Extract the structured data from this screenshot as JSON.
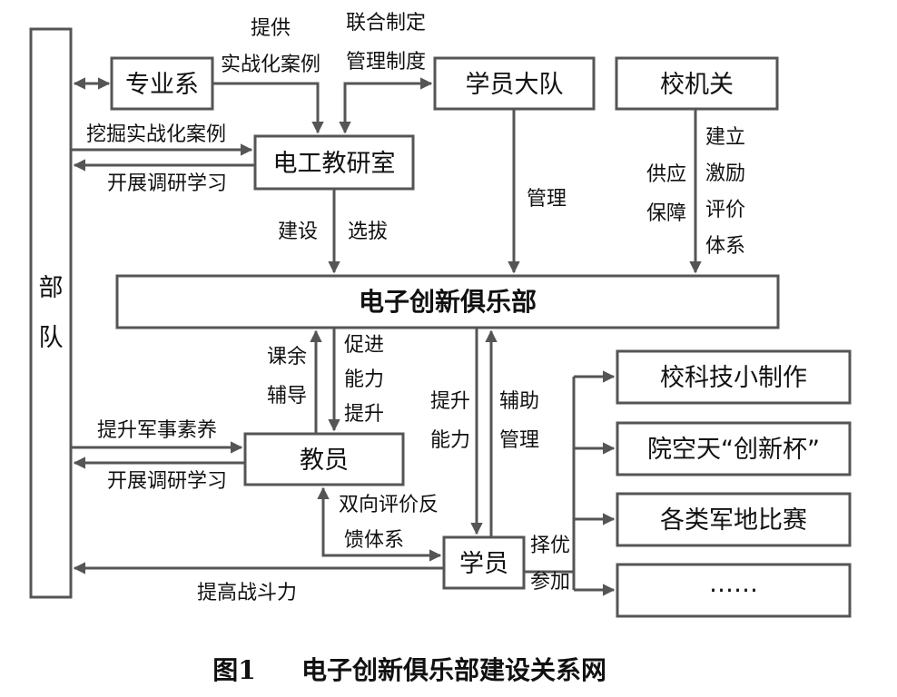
{
  "nodes": {
    "budui": [
      "部",
      "队"
    ],
    "zhuanyexi": "专业系",
    "diangong": "电工教研室",
    "xueyuandadui": "学员大队",
    "xiaojiguan": "校机关",
    "club": "电子创新俱乐部",
    "jiaoyuan": "教员",
    "xueyuan": "学员",
    "xiaokeji": "校科技小制作",
    "yuankongtian": "院空天“创新杯”",
    "gelei": "各类军地比赛",
    "more": "……"
  },
  "labels": {
    "tigong": [
      "提供",
      "实战化案例"
    ],
    "lianhe": [
      "联合制定",
      "管理制度"
    ],
    "wajue": "挖掘实战化案例",
    "kaizhan1": "开展调研学习",
    "jianshe": "建设",
    "xuanba": "选拔",
    "guanli": "管理",
    "gongying": [
      "供应",
      "保障"
    ],
    "jianli": [
      "建立",
      "激励",
      "评价",
      "体系"
    ],
    "kehyu": [
      "课余",
      "辅导"
    ],
    "cujin": [
      "促进",
      "能力",
      "提升"
    ],
    "tisheng_nengli": [
      "提升",
      "能力"
    ],
    "fuzhu": [
      "辅助",
      "管理"
    ],
    "tisheng_junshi": "提升军事素养",
    "kaizhan2": "开展调研学习",
    "shuangxiang": [
      "双向评价反",
      "馈体系"
    ],
    "zeyou": [
      "择优",
      "参加"
    ],
    "tigao": "提高战斗力"
  },
  "caption": {
    "fig": "图1",
    "title": "电子创新俱乐部建设关系网"
  }
}
